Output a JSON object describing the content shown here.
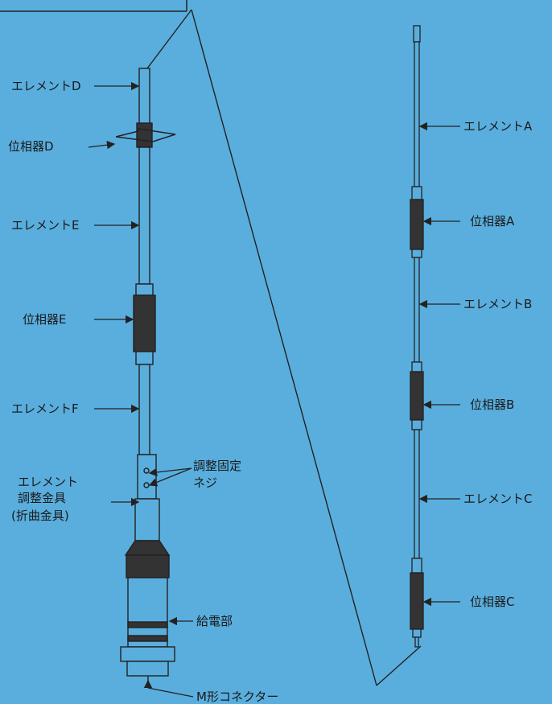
{
  "diagram": {
    "labels": {
      "element_a": "エレメントA",
      "phaser_a": "位相器A",
      "element_b": "エレメントB",
      "phaser_b": "位相器B",
      "element_c": "エレメントC",
      "phaser_c": "位相器C",
      "element_d": "エレメントD",
      "phaser_d": "位相器D",
      "element_e": "エレメントE",
      "phaser_e": "位相器E",
      "element_f": "エレメントF",
      "adjust_fitting_line1": "エレメント",
      "adjust_fitting_line2": "調整金具",
      "adjust_fitting_line3": "(折曲金具)",
      "set_screw_line1": "調整固定",
      "set_screw_line2": "ネジ",
      "feed_section": "給電部",
      "m_connector": "M形コネクター"
    }
  }
}
